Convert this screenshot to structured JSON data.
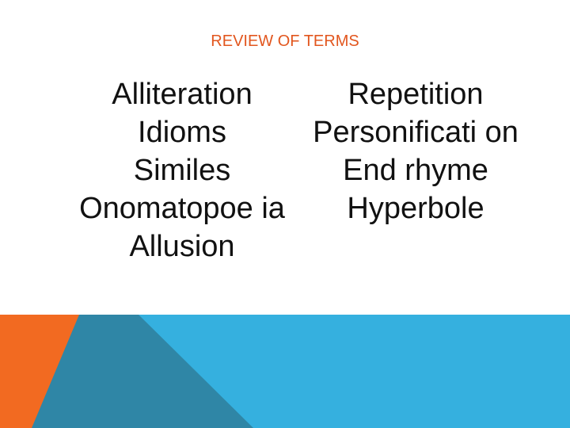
{
  "slide": {
    "title": "REVIEW OF TERMS"
  },
  "terms": {
    "left": [
      "Alliteration",
      "Idioms",
      "Similes",
      "Onomatopoe ia",
      "Allusion"
    ],
    "right": [
      "Repetition",
      "Personificati on",
      "End rhyme",
      "Hyperbole"
    ]
  },
  "colors": {
    "title": "#e2561e",
    "accent_orange": "#f26a21",
    "accent_blue": "#35b0df",
    "accent_teal": "#2f86a6",
    "text": "#111111"
  }
}
